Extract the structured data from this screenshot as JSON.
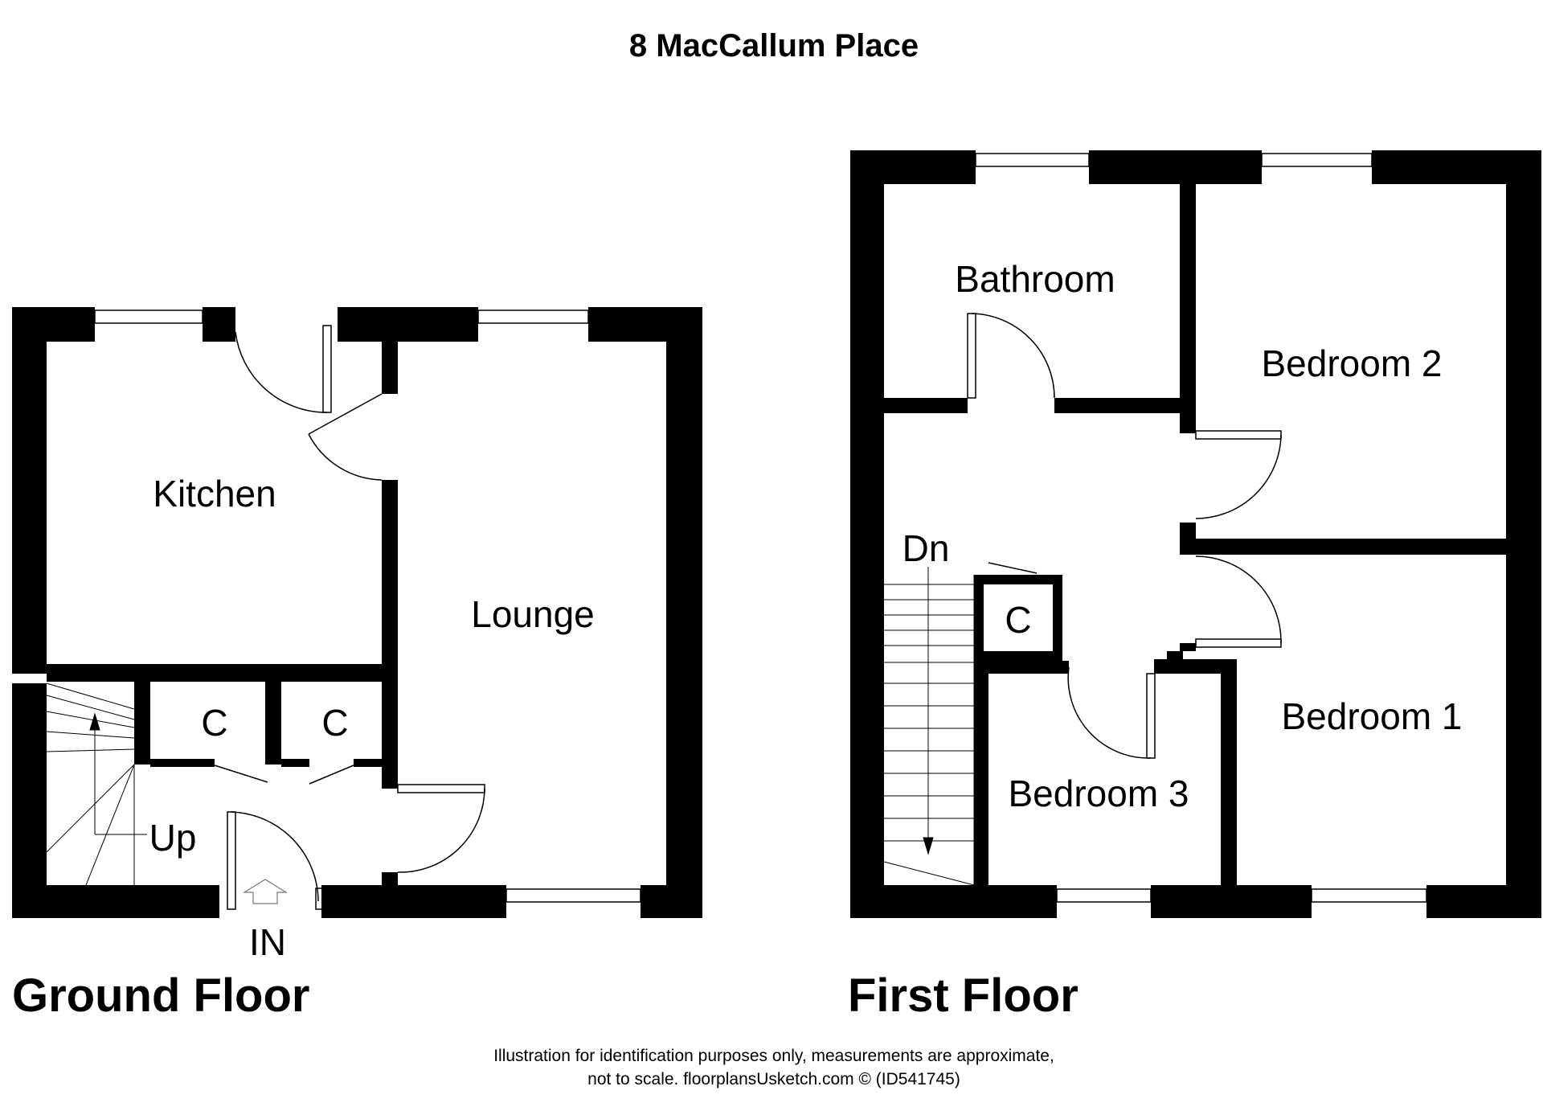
{
  "title": "8 MacCallum Place",
  "ground_floor": {
    "heading": "Ground Floor",
    "rooms": {
      "kitchen": "Kitchen",
      "lounge": "Lounge",
      "cupboard_1": "C",
      "cupboard_2": "C"
    },
    "stairs_label": "Up",
    "entrance_label": "IN"
  },
  "first_floor": {
    "heading": "First Floor",
    "rooms": {
      "bathroom": "Bathroom",
      "bedroom_2": "Bedroom 2",
      "bedroom_1": "Bedroom 1",
      "bedroom_3": "Bedroom 3",
      "cupboard": "C"
    },
    "stairs_label": "Dn"
  },
  "disclaimer": {
    "line1": "Illustration for identification purposes only, measurements are approximate,",
    "line2": "not to scale. floorplansUsketch.com © (ID541745)"
  }
}
